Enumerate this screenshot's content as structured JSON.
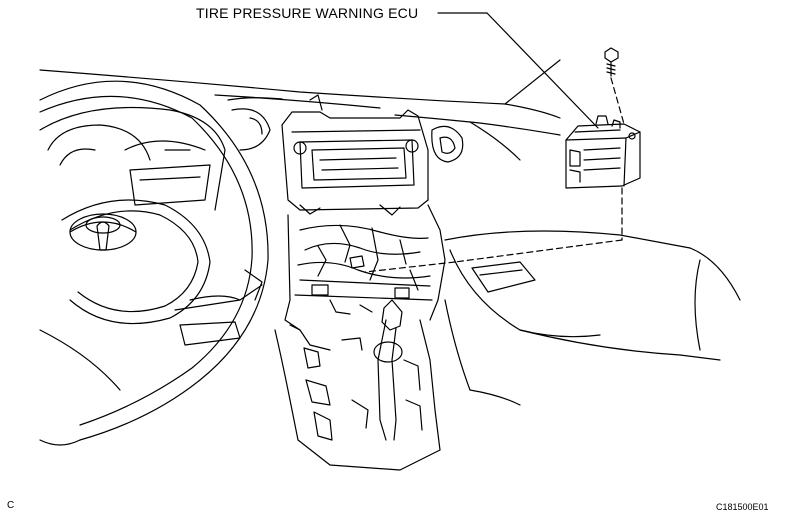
{
  "callout": {
    "label": "TIRE PRESSURE WARNING ECU"
  },
  "footer": {
    "corner_letter": "C",
    "figure_code": "C181500E01"
  },
  "style": {
    "line_color": "#000000",
    "background": "#ffffff"
  }
}
